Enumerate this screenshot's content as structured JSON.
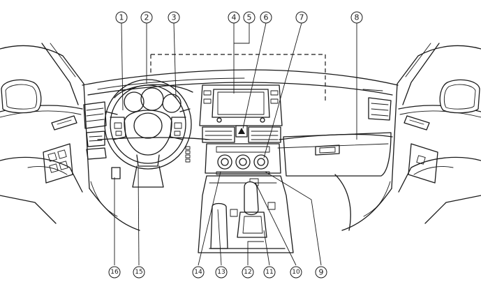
{
  "callouts": [
    "1",
    "2",
    "3",
    "4",
    "5",
    "6",
    "7",
    "8",
    "9",
    "10",
    "11",
    "12",
    "13",
    "14",
    "15",
    "16"
  ],
  "style": {
    "line_color": "#1a1a1a",
    "background": "#ffffff"
  }
}
